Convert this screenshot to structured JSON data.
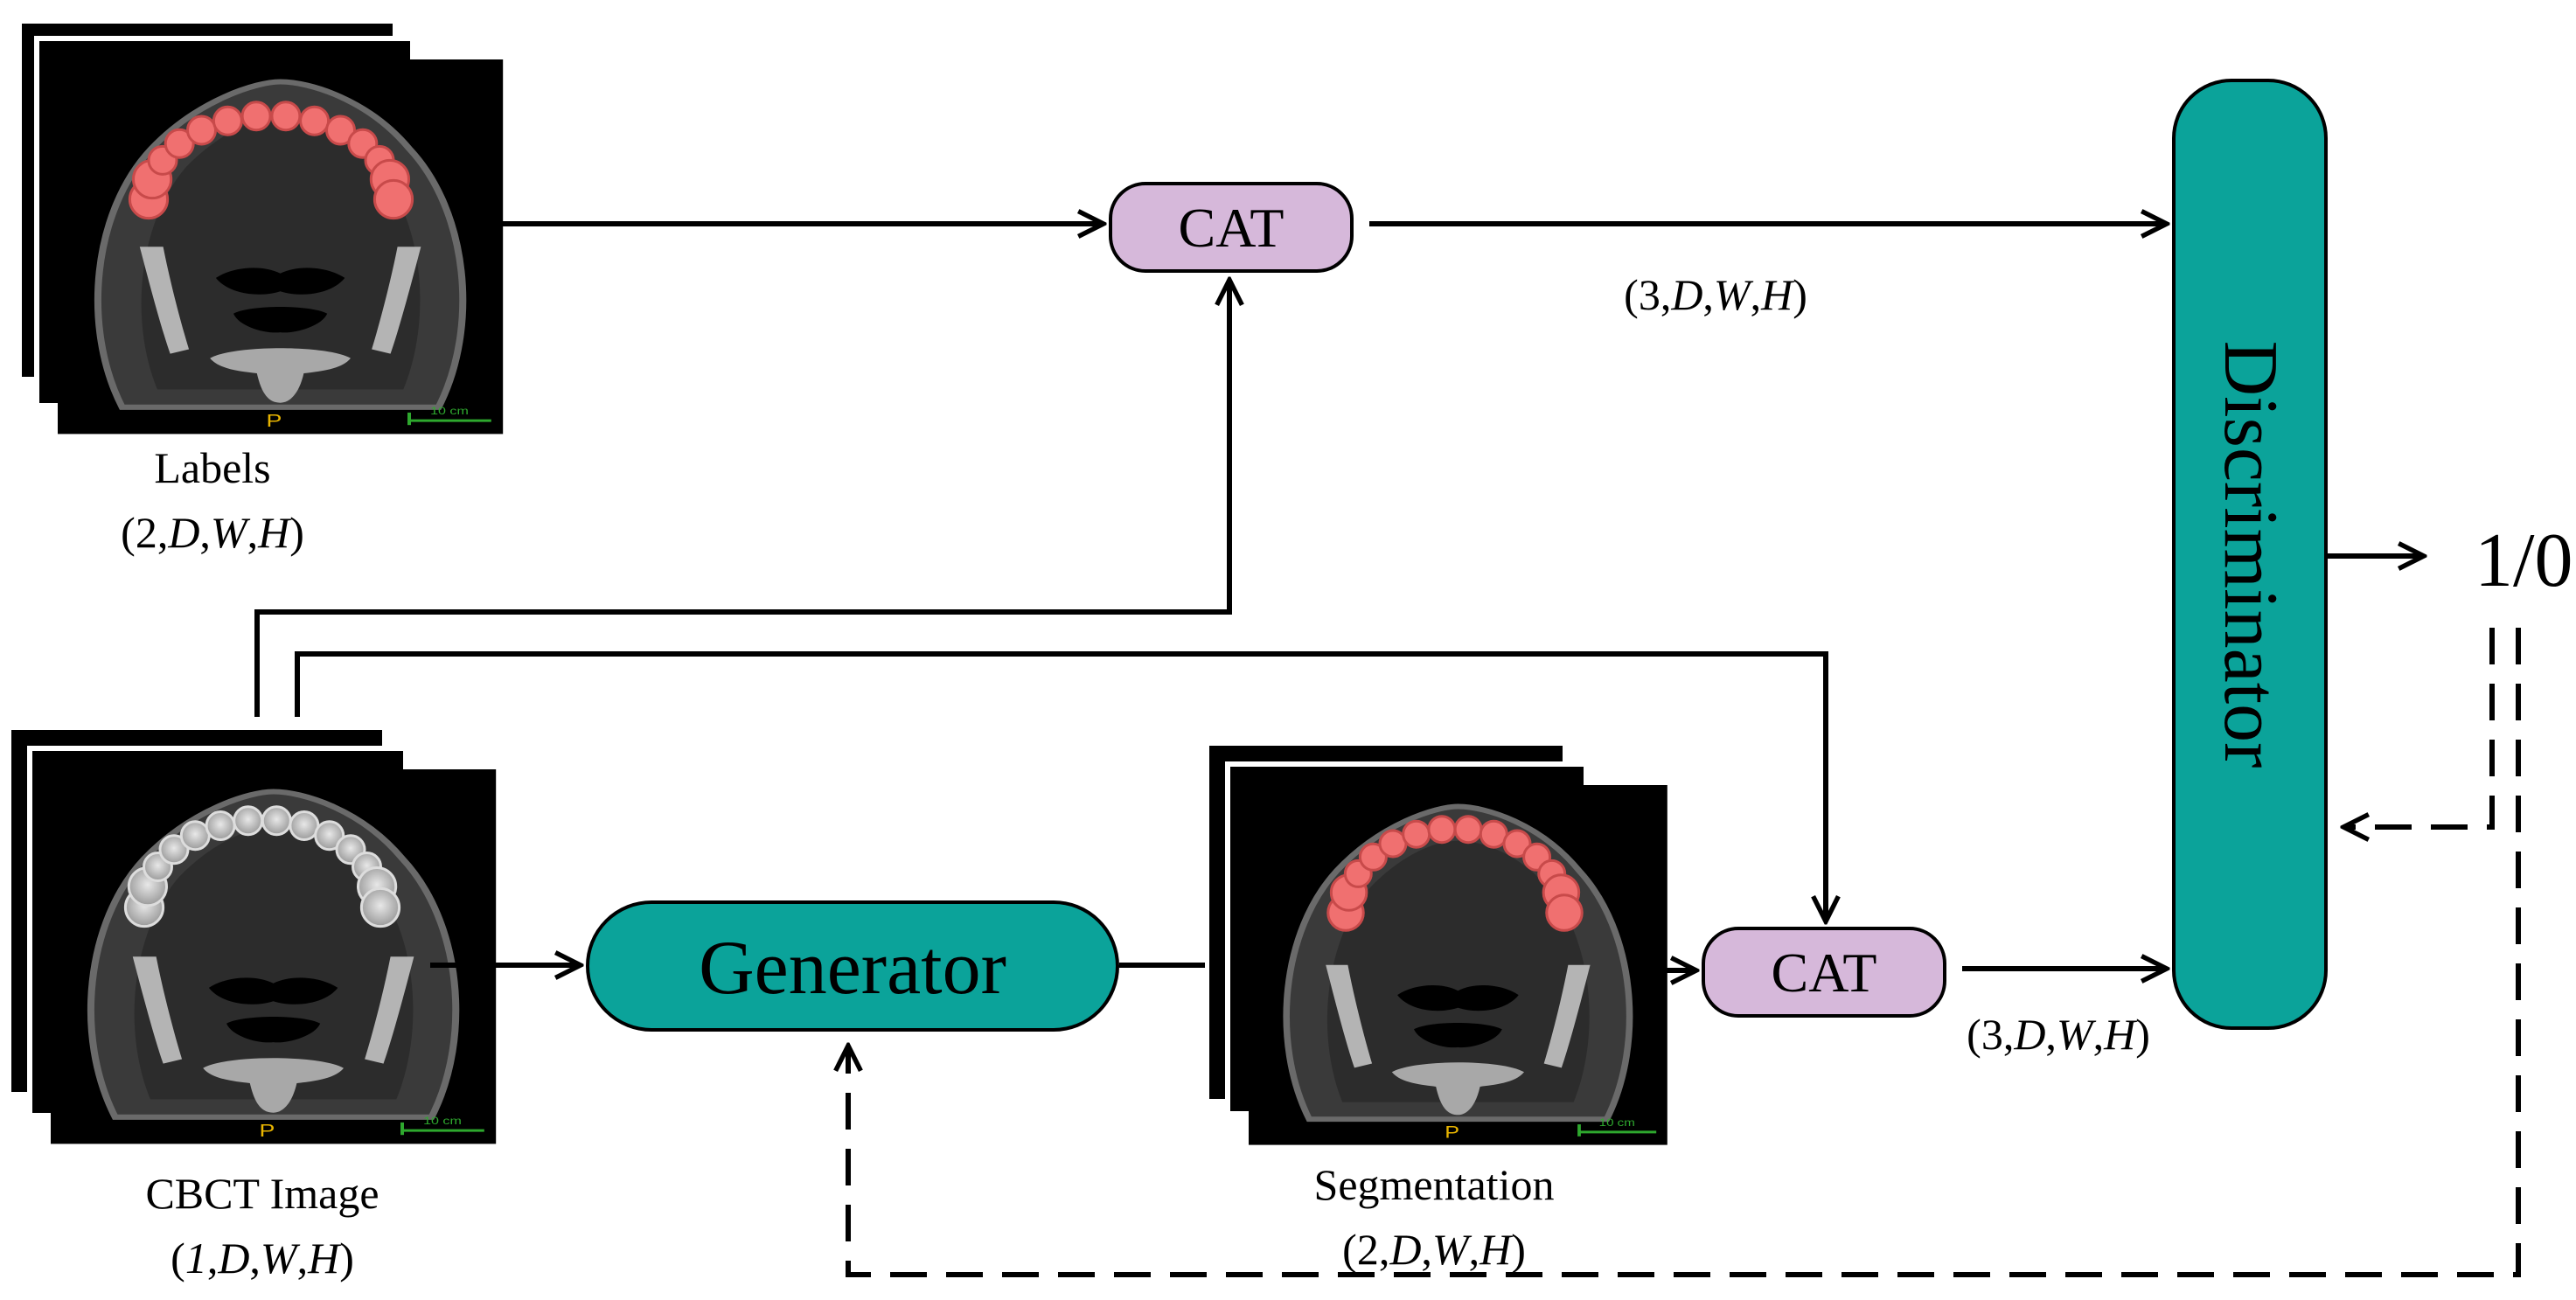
{
  "colors": {
    "teal": "#0ba39a",
    "lavender": "#d6b8da",
    "label_red": "#f07070",
    "scan_bg": "#000000"
  },
  "nodes": {
    "cat_top": "CAT",
    "cat_bottom": "CAT",
    "generator": "Generator",
    "discriminator": "Discriminator"
  },
  "stacks": {
    "labels": {
      "title": "Labels",
      "dims": [
        "2",
        "D",
        "W",
        "H"
      ],
      "scale_text": "10 cm",
      "orient": "P"
    },
    "cbct": {
      "title": "CBCT Image",
      "dims": [
        "1",
        "D",
        "W",
        "H"
      ],
      "scale_text": "10 cm",
      "orient": "P"
    },
    "segmentation": {
      "title": "Segmentation",
      "dims": [
        "2",
        "D",
        "W",
        "H"
      ],
      "scale_text": "10 cm",
      "orient": "P"
    }
  },
  "edge_labels": {
    "top_cat_out": [
      "3",
      "D",
      "W",
      "H"
    ],
    "bottom_cat_out": [
      "3",
      "D",
      "W",
      "H"
    ]
  },
  "output": "1/0"
}
